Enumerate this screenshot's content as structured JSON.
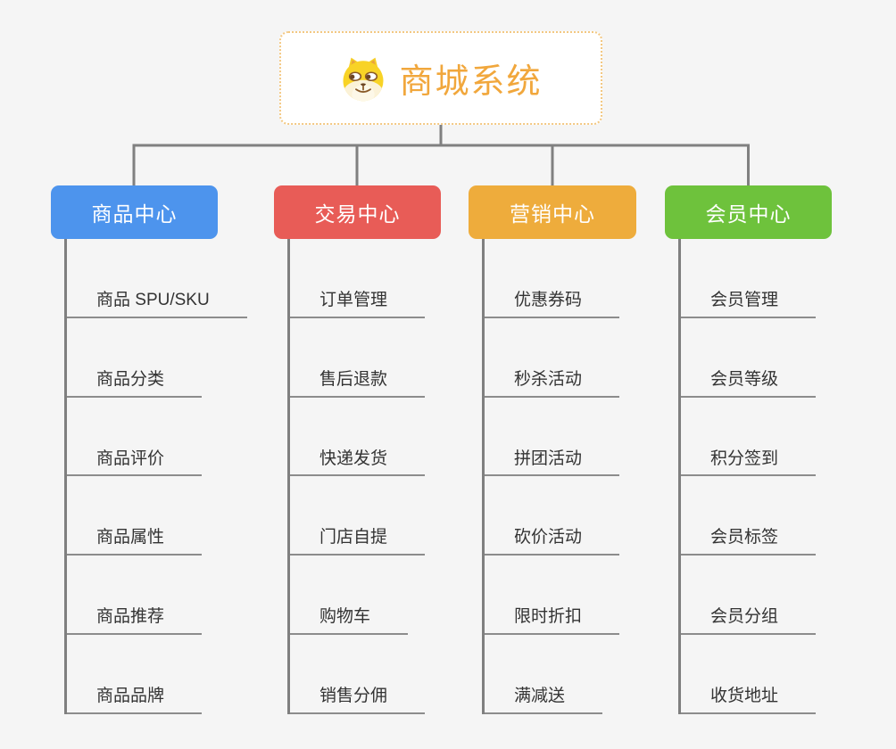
{
  "root": {
    "title": "商城系统",
    "icon": "doge-icon"
  },
  "branches": [
    {
      "label": "商品中心",
      "name": "product-center",
      "color": "#4D94ED",
      "children": [
        "商品 SPU/SKU",
        "商品分类",
        "商品评价",
        "商品属性",
        "商品推荐",
        "商品品牌"
      ]
    },
    {
      "label": "交易中心",
      "name": "trade-center",
      "color": "#E85C57",
      "children": [
        "订单管理",
        "售后退款",
        "快递发货",
        "门店自提",
        "购物车",
        "销售分佣"
      ]
    },
    {
      "label": "营销中心",
      "name": "marketing-center",
      "color": "#EEAC3C",
      "children": [
        "优惠券码",
        "秒杀活动",
        "拼团活动",
        "砍价活动",
        "限时折扣",
        "满减送"
      ]
    },
    {
      "label": "会员中心",
      "name": "member-center",
      "color": "#6EC23C",
      "children": [
        "会员管理",
        "会员等级",
        "积分签到",
        "会员标签",
        "会员分组",
        "收货地址"
      ]
    }
  ],
  "colors": {
    "root_title": "#F1A73C",
    "root_border": "#F3C882",
    "connector": "#808080",
    "spine": "#7F7F7F",
    "leaf_underline": "#8C8C8C",
    "leaf_text": "#333333",
    "background": "#F5F5F5"
  }
}
